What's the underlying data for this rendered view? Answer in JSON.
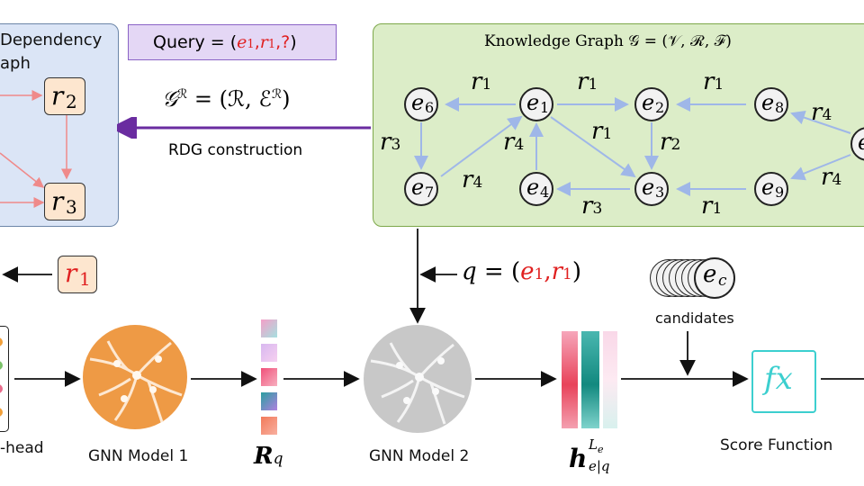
{
  "rdg": {
    "title_line1": "Dependency",
    "title_line2": "aph",
    "nodes": [
      {
        "base": "r",
        "sub": "2"
      },
      {
        "base": "r",
        "sub": "3"
      }
    ]
  },
  "query": {
    "prefix": "Query = (",
    "e": "e",
    "e_sub": "1",
    "comma": ",",
    "r": "r",
    "r_sub": "1",
    "q": ",?",
    "close": ")"
  },
  "rdg_construction": {
    "formula": {
      "G": "𝒢",
      "sup": "ℛ",
      "eq": " = (ℛ, ℰ",
      "sup2": "ℛ",
      "close": ")"
    },
    "label": "RDG construction"
  },
  "knowledge_graph": {
    "title": "Knowledge Graph 𝒢 = (𝒱, ℛ, ℱ)",
    "entities": [
      {
        "base": "e",
        "sub": "6"
      },
      {
        "base": "e",
        "sub": "1"
      },
      {
        "base": "e",
        "sub": "2"
      },
      {
        "base": "e",
        "sub": "8"
      },
      {
        "base": "e",
        "sub": "7"
      },
      {
        "base": "e",
        "sub": "4"
      },
      {
        "base": "e",
        "sub": "3"
      },
      {
        "base": "e",
        "sub": "9"
      },
      {
        "base": "e",
        "sub": ""
      }
    ],
    "edge_labels": [
      {
        "base": "r",
        "sub": "1"
      },
      {
        "base": "r",
        "sub": "1"
      },
      {
        "base": "r",
        "sub": "1"
      },
      {
        "base": "r",
        "sub": "4"
      },
      {
        "base": "r",
        "sub": "3"
      },
      {
        "base": "r",
        "sub": "4"
      },
      {
        "base": "r",
        "sub": "1"
      },
      {
        "base": "r",
        "sub": "2"
      },
      {
        "base": "r",
        "sub": "4"
      },
      {
        "base": "r",
        "sub": "4"
      },
      {
        "base": "r",
        "sub": "3"
      },
      {
        "base": "r",
        "sub": "1"
      }
    ]
  },
  "pipeline": {
    "r1_input": {
      "base": "r",
      "sub": "1"
    },
    "q_label": {
      "q": "q",
      "eq": " = (",
      "e": "e",
      "e_sub": "1",
      "comma": ",",
      "r": "r",
      "r_sub": "1",
      "close": ")"
    },
    "candidates": {
      "base": "e",
      "sub": "c",
      "label": "candidates"
    },
    "gnn1_label": "GNN Model 1",
    "gnn2_label": "GNN Model 2",
    "rq_label": {
      "base": "R",
      "sub": "q"
    },
    "h_label": {
      "base": "h",
      "sup": "L",
      "sup_sub": "e",
      "sub": "e|q"
    },
    "score_function": {
      "icon_text": "fx",
      "label": "Score Function"
    },
    "left_head_label": "-head"
  },
  "colors": {
    "red_accent": "#e02020",
    "purple_arrow": "#6a2ca0",
    "kg_edge": "#9fb7e8",
    "rdg_edge": "#ef8a8a",
    "gnn1": "#ee9a45",
    "gnn2": "#c8c8c8",
    "score_fn": "#3ccfcf"
  }
}
